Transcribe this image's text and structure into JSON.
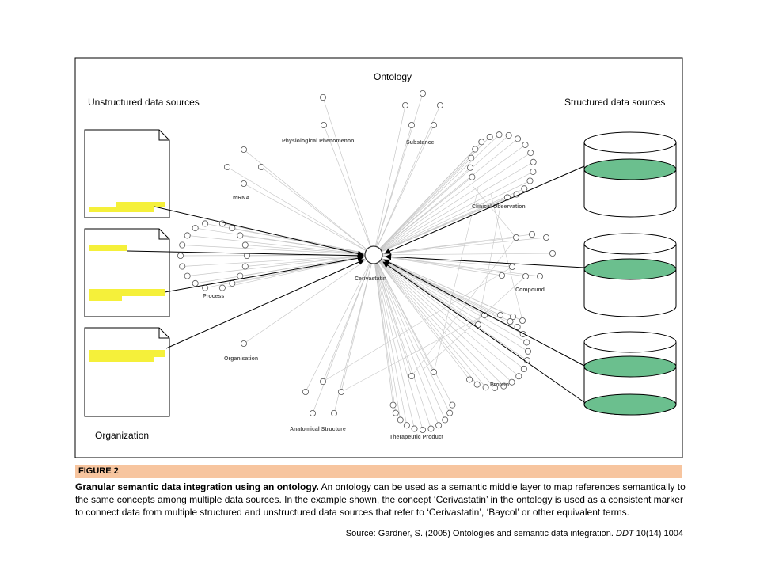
{
  "diagram": {
    "title": "Ontology",
    "left_header": "Unstructured data sources",
    "right_header": "Structured data sources",
    "bottom_left_label": "Organization",
    "center_concept": "Cerivastatin",
    "categories": {
      "physiological": "Physiological Phenomenon",
      "substance": "Substance",
      "mrna": "mRNA",
      "clinical": "Clinical Observation",
      "process": "Process",
      "compound": "Compound",
      "organisation": "Organisation",
      "protein": "Protein",
      "anatomical": "Anatomical Structure",
      "therapeutic": "Therapeutic Product"
    },
    "colors": {
      "highlight_yellow": "#f5f03a",
      "db_green": "#6bbf8e",
      "figure_bar": "#f7c59f",
      "edge_gray": "#c8c8c8"
    }
  },
  "figure": {
    "label": "FIGURE 2",
    "caption_bold": "Granular semantic data integration using an ontology.",
    "caption_text": " An ontology can be used as a semantic middle layer to map references semantically to the same concepts among multiple data sources. In the example shown, the concept ‘Cerivastatin’ in the ontology is used as a consistent marker to connect data from multiple structured and unstructured data sources that refer to ‘Cerivastatin’, ‘Baycol’ or other equivalent terms."
  },
  "source": {
    "prefix": "Source: Gardner, S. (2005) Ontologies and semantic data integration. ",
    "journal": "DDT",
    "suffix": " 10(14) 1004"
  }
}
